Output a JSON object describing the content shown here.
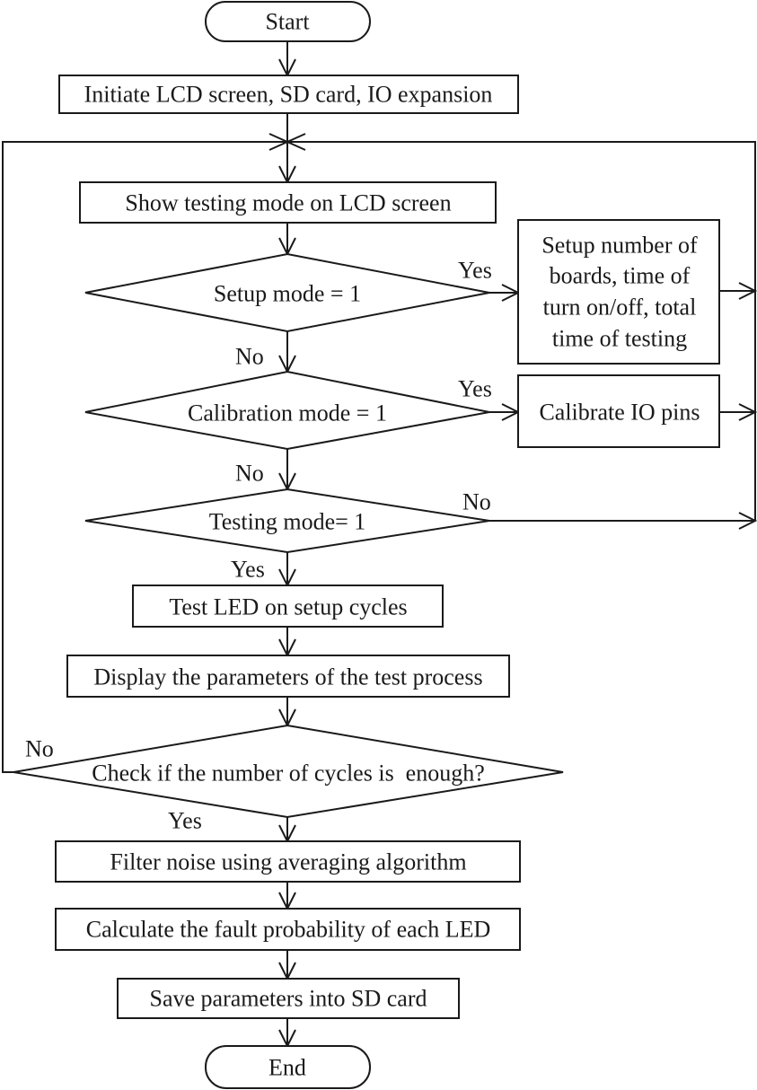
{
  "nodes": {
    "start": "Start",
    "init": "Initiate LCD screen, SD card, IO expansion",
    "show_mode": "Show testing mode on LCD screen",
    "setup_mode": "Setup mode = 1",
    "setup_box": [
      "Setup number of",
      "boards, time of",
      "turn on/off, total",
      "time of testing"
    ],
    "calibration_mode": "Calibration mode = 1",
    "calibrate_box": "Calibrate IO pins",
    "testing_mode": "Testing mode= 1",
    "test_led": "Test LED on setup cycles",
    "display_params": "Display the parameters of the test process",
    "check_cycles": "Check if the number of cycles is  enough?",
    "filter_noise": "Filter noise using averaging algorithm",
    "calc_fault": "Calculate the fault probability of each LED",
    "save_params": "Save parameters into SD card",
    "end": "End"
  },
  "labels": {
    "setup_yes": "Yes",
    "setup_no": "No",
    "calibration_yes": "Yes",
    "calibration_no": "No",
    "testing_no": "No",
    "testing_yes": "Yes",
    "check_no": "No",
    "check_yes": "Yes"
  }
}
